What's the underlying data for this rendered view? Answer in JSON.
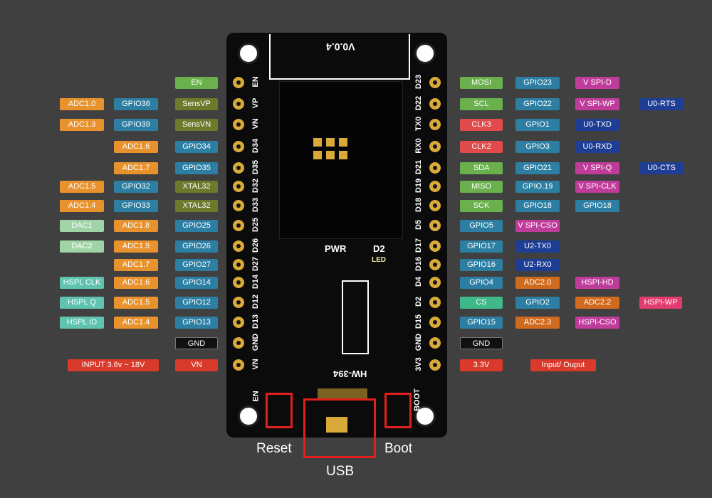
{
  "board": {
    "version": "V0.0.4",
    "model": "HW-394",
    "pwr_label": "PWR",
    "d2_label": "D2",
    "led_label": "LED",
    "en_label": "EN",
    "boot_label": "BOOT",
    "left_pins": [
      "EN",
      "VP",
      "VN",
      "D34",
      "D35",
      "D32",
      "D33",
      "D25",
      "D26",
      "D27",
      "D14",
      "D12",
      "D13",
      "GND",
      "VN"
    ],
    "right_pins": [
      "D23",
      "D22",
      "TX0",
      "RX0",
      "D21",
      "D19",
      "D18",
      "D5",
      "D17",
      "D16",
      "D4",
      "D2",
      "D15",
      "GND",
      "3V3"
    ]
  },
  "captions": {
    "reset": "Reset",
    "boot": "Boot",
    "usb": "USB"
  },
  "left_labels": {
    "en": "EN",
    "r_vp": [
      "ADC1.0",
      "GPIO36",
      "SensVP"
    ],
    "r_vn": [
      "ADC1.3",
      "GPIO39",
      "SensVN"
    ],
    "r_34": [
      "ADC1.6",
      "GPIO34"
    ],
    "r_35": [
      "ADC1.7",
      "GPIO35"
    ],
    "r_32": [
      "ADC1.5",
      "GPIO32",
      "XTAL32"
    ],
    "r_33": [
      "ADC1.4",
      "GPIO33",
      "XTAL32"
    ],
    "r_25": [
      "DAC1",
      "ADC1.8",
      "GPIO25"
    ],
    "r_26": [
      "DAC2",
      "ADC1.9",
      "GPIO26"
    ],
    "r_27": [
      "ADC1.7",
      "GPIO27"
    ],
    "r_14": [
      "HSPL CLK",
      "ADC1.6",
      "GPIO14"
    ],
    "r_12": [
      "HSPL Q",
      "ADC1.5",
      "GPIO12"
    ],
    "r_13": [
      "HSPL ID",
      "ADC1.4",
      "GPIO13"
    ],
    "gnd": "GND",
    "input": "INPUT   3.6v ~ 18V",
    "vn": "VN"
  },
  "right_labels": {
    "r_23": [
      "MOSI",
      "GPIO23",
      "V SPI-D"
    ],
    "r_22": [
      "SCL",
      "GPIO22",
      "V SPI-WP",
      "U0-RTS"
    ],
    "r_tx": [
      "CLK3",
      "GPIO1",
      "U0-TXD"
    ],
    "r_rx": [
      "CLK2",
      "GPIO3",
      "U0-RXD"
    ],
    "r_21": [
      "SDA",
      "GPIO21",
      "V SPI-Q",
      "U0-CTS"
    ],
    "r_19": [
      "MISO",
      "GPIO.19",
      "V SPI-CLK"
    ],
    "r_18": [
      "SCK",
      "GPIO18",
      "GPIO18"
    ],
    "r_5": [
      "GPIO5",
      "V SPI-CSO"
    ],
    "r_17": [
      "GPIO17",
      "U2-TX0"
    ],
    "r_16": [
      "GPIO16",
      "U2-RX0"
    ],
    "r_4": [
      "GPIO4",
      "ADC2.0",
      "HSPI-HD"
    ],
    "r_2": [
      "CS",
      "GPIO2",
      "ADC2.2",
      "HSPI-WP"
    ],
    "r_15": [
      "GPIO15",
      "ADC2.3",
      "HSPI-CSO"
    ],
    "gnd": "GND",
    "v33": "3.3V",
    "io": "Input/ Ouput"
  }
}
